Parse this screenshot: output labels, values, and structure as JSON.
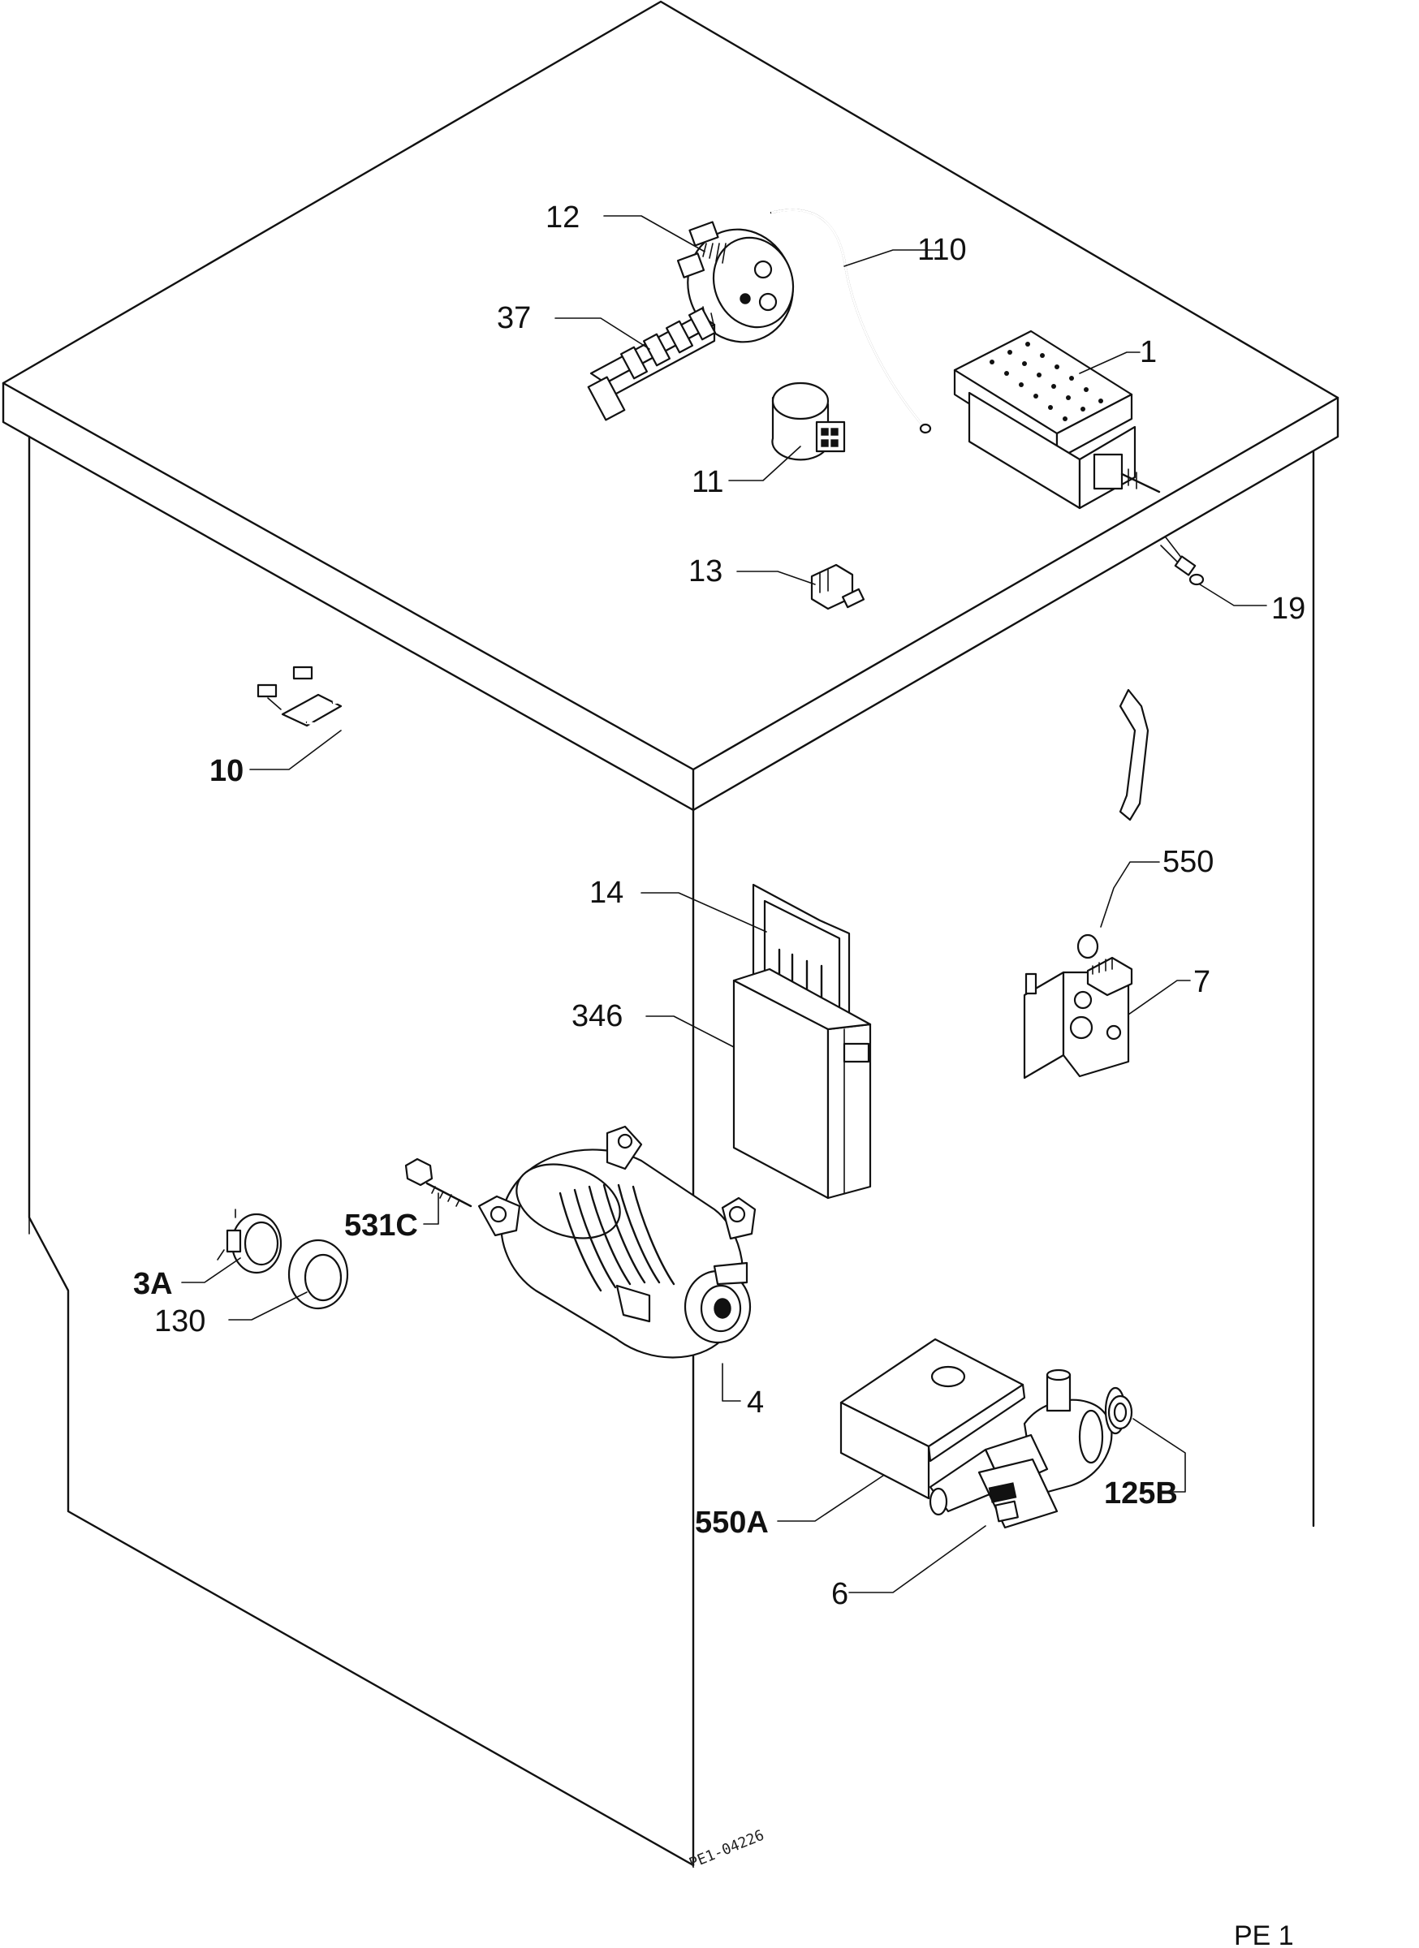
{
  "diagram": {
    "labels": {
      "p1": "1",
      "p110": "110",
      "p12": "12",
      "p37": "37",
      "p11": "11",
      "p13": "13",
      "p19": "19",
      "p10": "10",
      "p550": "550",
      "p7": "7",
      "p14": "14",
      "p346": "346",
      "p531c": "531C",
      "p3a": "3A",
      "p130": "130",
      "p4": "4",
      "p550a": "550A",
      "p125b": "125B",
      "p6": "6"
    },
    "drawing_code": "PE1-04226",
    "page_code": "PE 1"
  }
}
